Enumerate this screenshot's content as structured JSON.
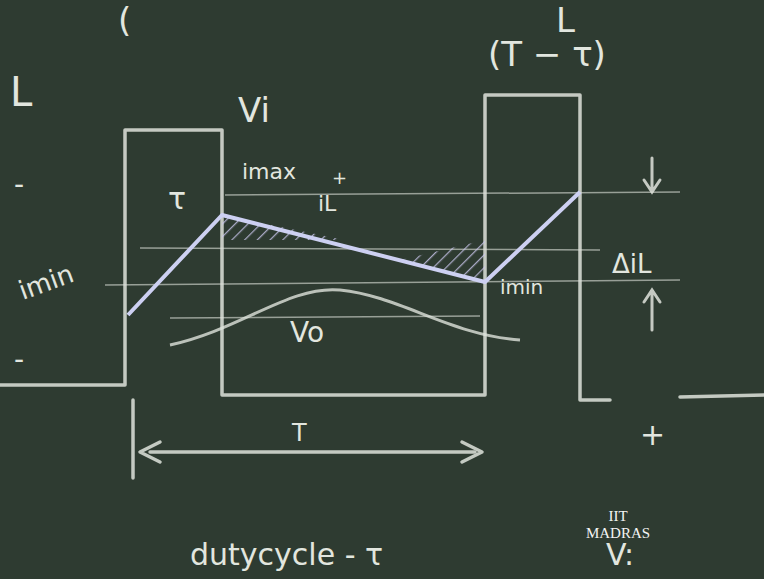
{
  "diagram": {
    "labels": [
      "(",
      "L",
      "L",
      "(T − τ)",
      "Vi",
      "τ",
      "imax",
      "iL",
      "+",
      "ΔiL",
      "imin",
      "imin",
      "Vo",
      "T",
      "+",
      "-",
      "-",
      "dutycycle - τ",
      "V:",
      "IIT MADRAS"
    ]
  }
}
